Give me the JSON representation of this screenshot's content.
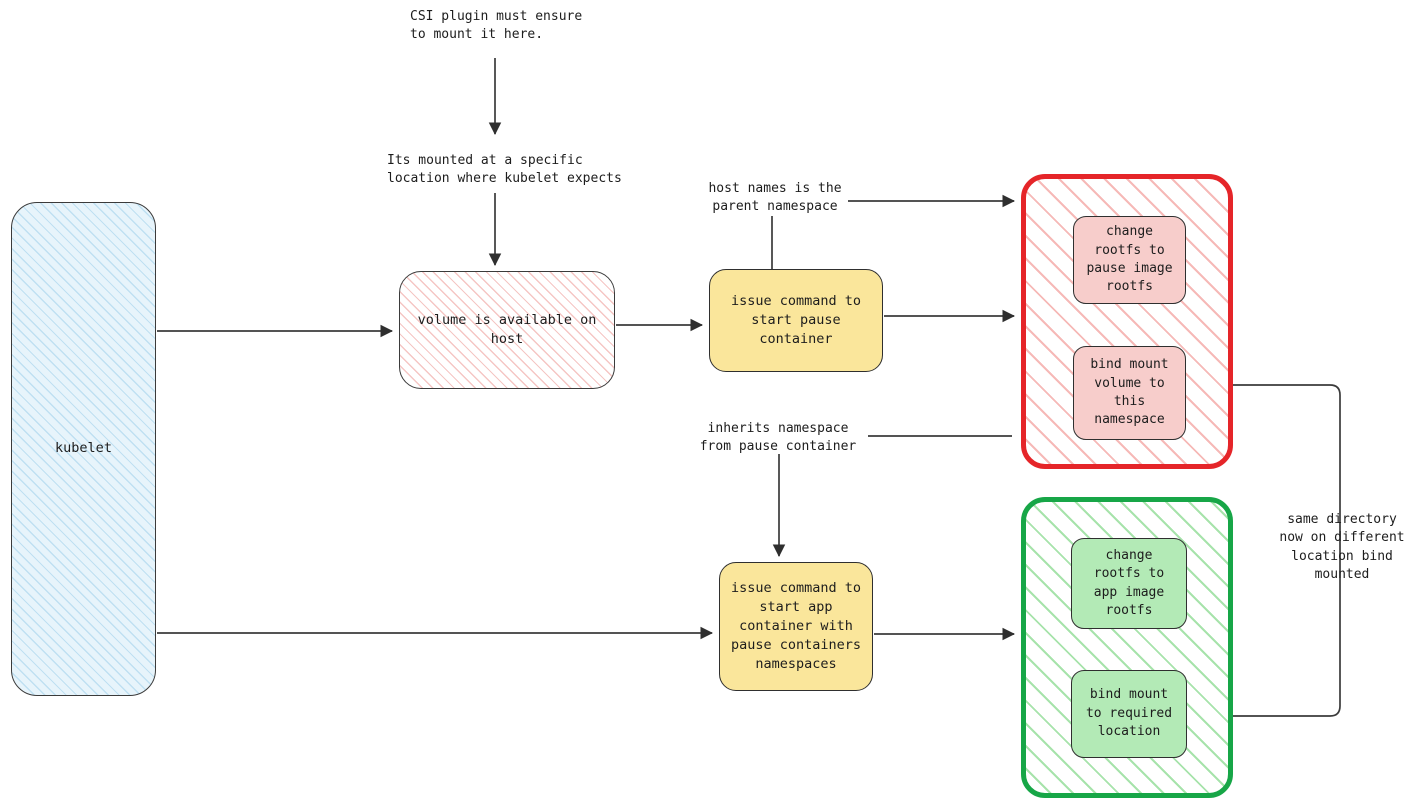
{
  "diagram": {
    "title": "Kubelet pod startup with CSI volume bind mounts",
    "colors": {
      "kubelet_fill": "#e7f4fb",
      "kubelet_hatch": "#bfe0f2",
      "volume_hatch": "#f5c6c4",
      "yellow_fill": "#fae69b",
      "red_border": "#e52529",
      "red_hatch": "#f6b9b7",
      "pink_fill": "#f7cdcb",
      "green_border": "#17a647",
      "green_hatch": "#a7e3ab",
      "green_fill": "#b3eab6",
      "stroke": "#3b3b3b",
      "text": "#1d1d1d",
      "background": "#ffffff"
    },
    "nodes": {
      "kubelet": "kubelet",
      "volume_host": "volume is available on\nhost",
      "pause_command": "issue command to\nstart pause\ncontainer",
      "app_command": "issue command to\nstart app\ncontainer with\npause containers\nnamespaces",
      "red_change_rootfs": "change\nrootfs to\npause image\nrootfs",
      "red_bind_mount": "bind mount\nvolume to\nthis\nnamespace",
      "green_change_rootfs": "change\nrootfs to\napp image\nrootfs",
      "green_bind_mount": "bind mount\nto required\nlocation"
    },
    "annotations": {
      "csi_plugin": "CSI plugin must ensure\nto mount it here.",
      "mounted_location": "Its mounted at a specific\nlocation where kubelet expects",
      "host_names": "host names is the\nparent namespace",
      "inherits_namespace": "inherits namespace\nfrom pause container",
      "same_directory": "same directory\nnow on different\nlocation bind\nmounted"
    },
    "edges": [
      {
        "from": "csi_plugin",
        "to": "mounted_location",
        "arrow": true
      },
      {
        "from": "mounted_location",
        "to": "volume_host",
        "arrow": true
      },
      {
        "from": "kubelet",
        "to": "volume_host",
        "arrow": true
      },
      {
        "from": "volume_host",
        "to": "pause_command",
        "arrow": true
      },
      {
        "from": "host_names",
        "to": "red_namespace",
        "arrow": true
      },
      {
        "from": "host_names",
        "to": "pause_command",
        "arrow": false
      },
      {
        "from": "pause_command",
        "to": "red_namespace",
        "arrow": true
      },
      {
        "from": "kubelet",
        "to": "app_command",
        "arrow": true
      },
      {
        "from": "inherits_namespace",
        "to": "app_command",
        "arrow": true
      },
      {
        "from": "app_command",
        "to": "green_namespace",
        "arrow": true
      },
      {
        "from": "red_bind_mount",
        "to": "green_bind_mount",
        "arrow": true
      }
    ]
  }
}
